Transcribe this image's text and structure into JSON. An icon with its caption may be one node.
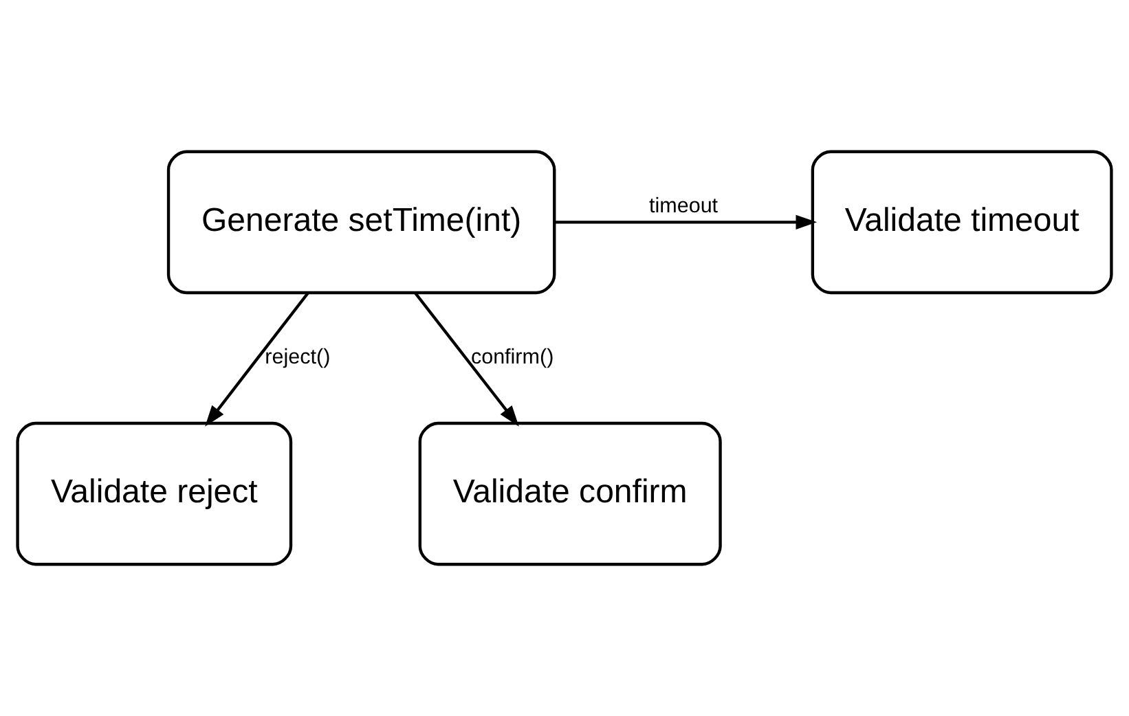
{
  "diagram": {
    "nodes": [
      {
        "text": [
          "Validate timeout"
        ]
      },
      {
        "text": [
          "Generate setTime(int)"
        ]
      },
      {
        "text": [
          "Validate reject"
        ]
      },
      {
        "text": [
          "Validate confirm"
        ]
      }
    ],
    "edges": [
      {
        "from": 1,
        "to": 0,
        "arrow": "to",
        "label": "timeout"
      },
      {
        "from": 1,
        "to": 2,
        "arrow": "to",
        "label": "reject()"
      },
      {
        "from": 1,
        "to": 3,
        "arrow": "to",
        "label": "confirm()"
      }
    ]
  }
}
